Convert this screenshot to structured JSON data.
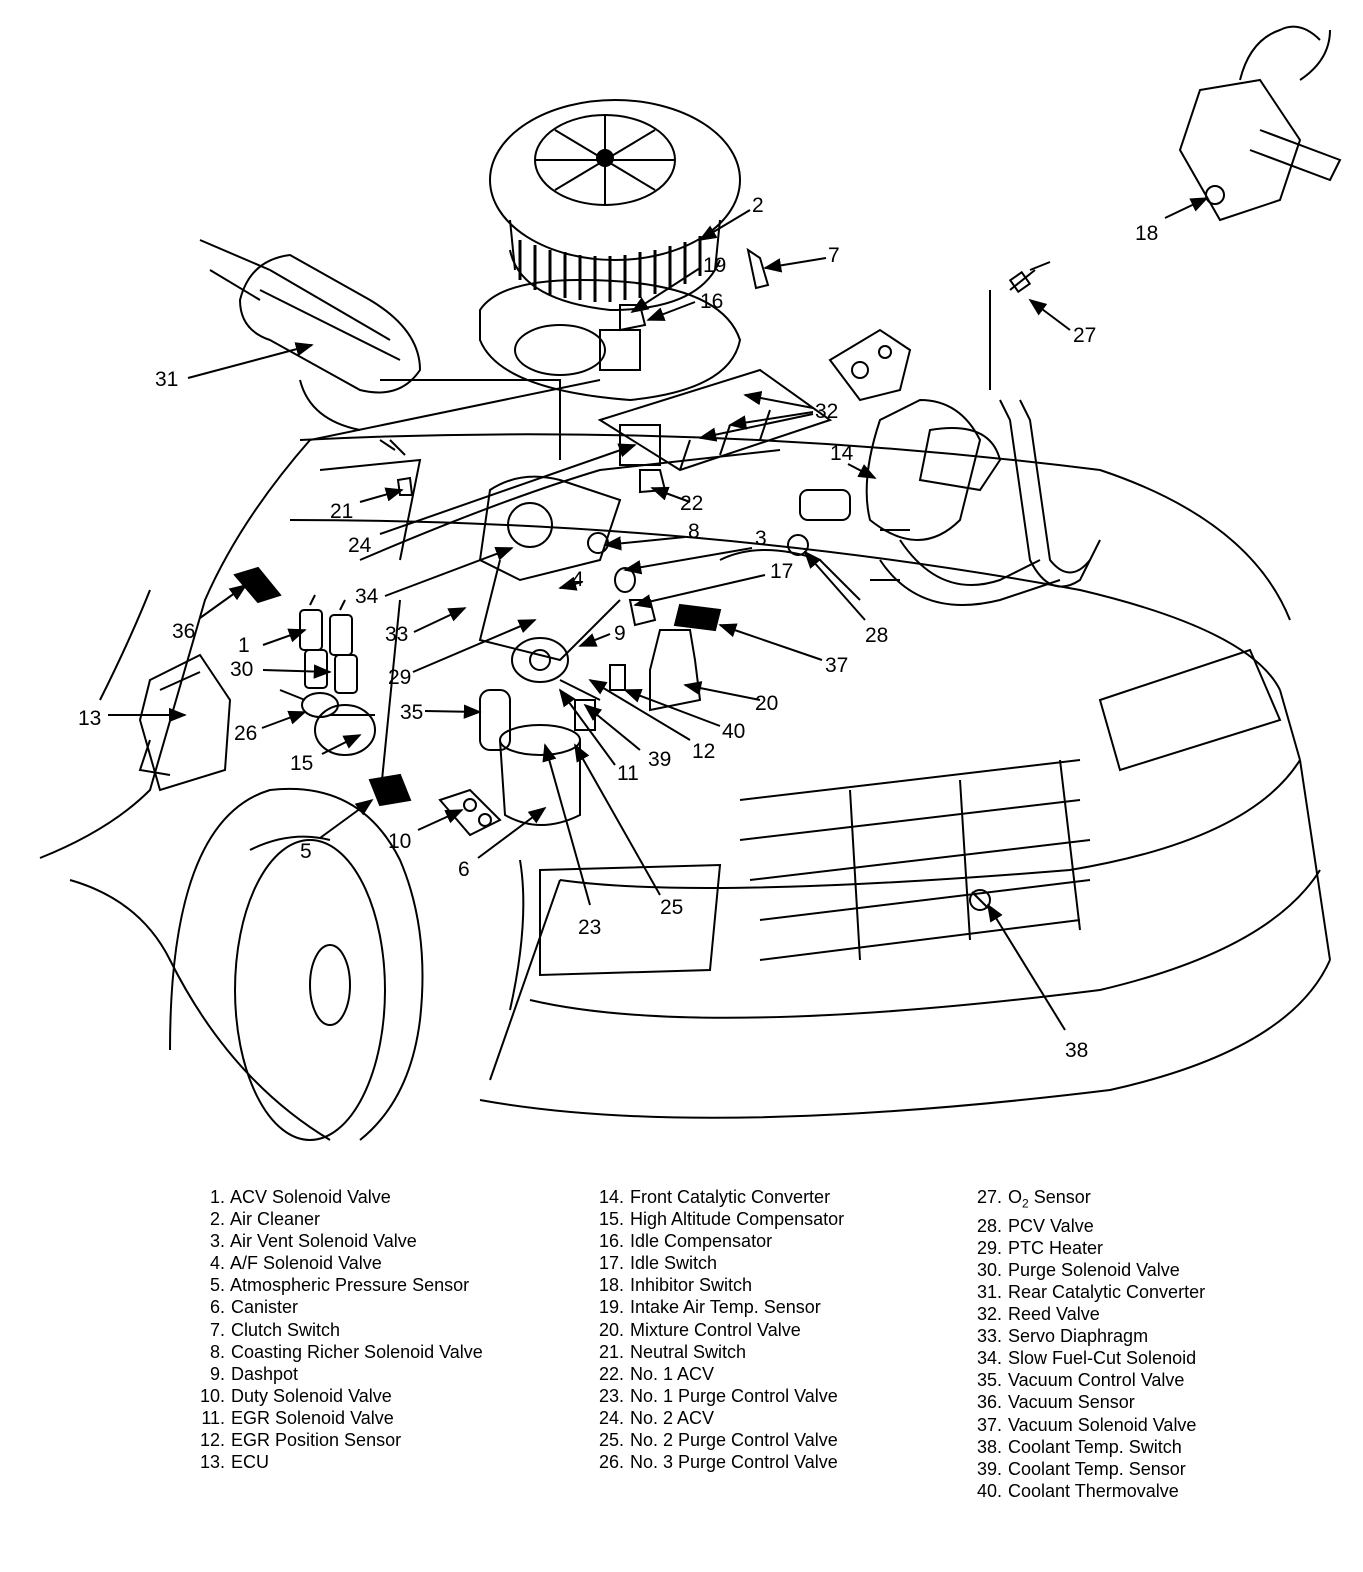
{
  "callouts": [
    "1",
    "2",
    "3",
    "4",
    "5",
    "6",
    "7",
    "8",
    "9",
    "10",
    "11",
    "12",
    "13",
    "14",
    "15",
    "16",
    "17",
    "18",
    "19",
    "20",
    "21",
    "22",
    "23",
    "24",
    "25",
    "26",
    "27",
    "28",
    "29",
    "30",
    "31",
    "32",
    "33",
    "34",
    "35",
    "36",
    "37",
    "38",
    "39",
    "40"
  ],
  "legend": {
    "col1": [
      {
        "n": "1.",
        "t": "ACV Solenoid Valve"
      },
      {
        "n": "2.",
        "t": "Air Cleaner"
      },
      {
        "n": "3.",
        "t": "Air Vent Solenoid Valve"
      },
      {
        "n": "4.",
        "t": "A/F Solenoid Valve"
      },
      {
        "n": "5.",
        "t": "Atmospheric Pressure Sensor"
      },
      {
        "n": "6.",
        "t": "Canister"
      },
      {
        "n": "7.",
        "t": "Clutch Switch"
      },
      {
        "n": "8.",
        "t": "Coasting Richer Solenoid Valve"
      },
      {
        "n": "9.",
        "t": "Dashpot"
      },
      {
        "n": "10.",
        "t": "Duty Solenoid Valve"
      },
      {
        "n": "11.",
        "t": "EGR Solenoid Valve"
      },
      {
        "n": "12.",
        "t": "EGR Position Sensor"
      },
      {
        "n": "13.",
        "t": "ECU"
      }
    ],
    "col2": [
      {
        "n": "14.",
        "t": "Front Catalytic Converter"
      },
      {
        "n": "15.",
        "t": "High Altitude Compensator"
      },
      {
        "n": "16.",
        "t": "Idle Compensator"
      },
      {
        "n": "17.",
        "t": "Idle Switch"
      },
      {
        "n": "18.",
        "t": "Inhibitor Switch"
      },
      {
        "n": "19.",
        "t": "Intake Air Temp. Sensor"
      },
      {
        "n": "20.",
        "t": "Mixture Control Valve"
      },
      {
        "n": "21.",
        "t": "Neutral Switch"
      },
      {
        "n": "22.",
        "t": "No. 1 ACV"
      },
      {
        "n": "23.",
        "t": "No. 1 Purge Control Valve"
      },
      {
        "n": "24.",
        "t": "No. 2 ACV"
      },
      {
        "n": "25.",
        "t": "No. 2 Purge Control Valve"
      },
      {
        "n": "26.",
        "t": "No. 3 Purge Control Valve"
      }
    ],
    "col3": [
      {
        "n": "27.",
        "t": "O",
        "sub": "2",
        "t2": " Sensor"
      },
      {
        "n": "28.",
        "t": "PCV Valve"
      },
      {
        "n": "29.",
        "t": "PTC Heater"
      },
      {
        "n": "30.",
        "t": "Purge Solenoid Valve"
      },
      {
        "n": "31.",
        "t": "Rear Catalytic Converter"
      },
      {
        "n": "32.",
        "t": "Reed Valve"
      },
      {
        "n": "33.",
        "t": "Servo Diaphragm"
      },
      {
        "n": "34.",
        "t": "Slow Fuel-Cut Solenoid"
      },
      {
        "n": "35.",
        "t": "Vacuum Control Valve"
      },
      {
        "n": "36.",
        "t": "Vacuum Sensor"
      },
      {
        "n": "37.",
        "t": "Vacuum Solenoid Valve"
      },
      {
        "n": "38.",
        "t": "Coolant Temp. Switch"
      },
      {
        "n": "39.",
        "t": "Coolant Temp. Sensor"
      },
      {
        "n": "40.",
        "t": "Coolant Thermovalve"
      }
    ]
  }
}
